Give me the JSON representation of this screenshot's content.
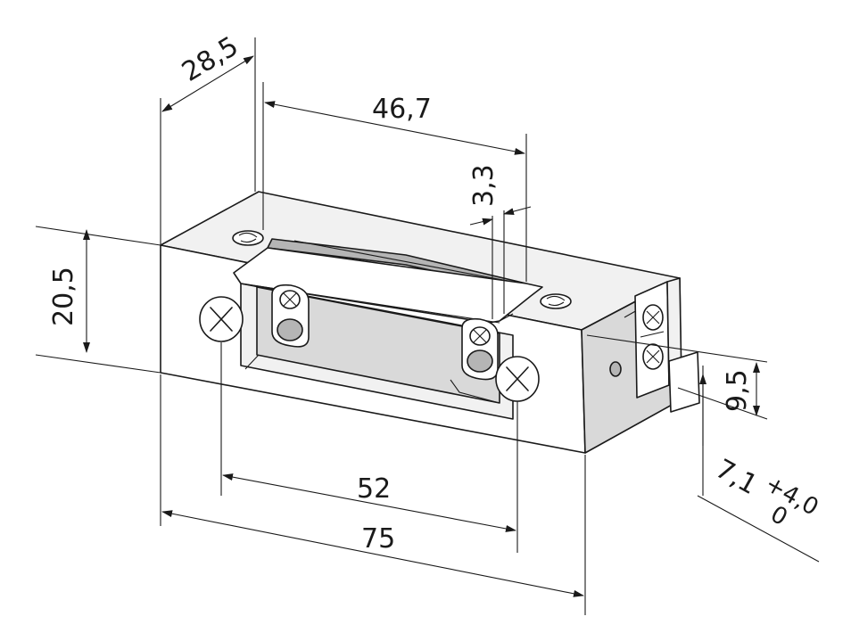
{
  "dimensions": {
    "depth": "28,5",
    "faceplate_length": "46,7",
    "latch_offset": "3,3",
    "height": "20,5",
    "terminal_height": "9,5",
    "adjustment": "7,1",
    "adjustment_plus": "+4,0",
    "adjustment_minus": "0",
    "screw_spacing": "52",
    "overall_length": "75"
  }
}
